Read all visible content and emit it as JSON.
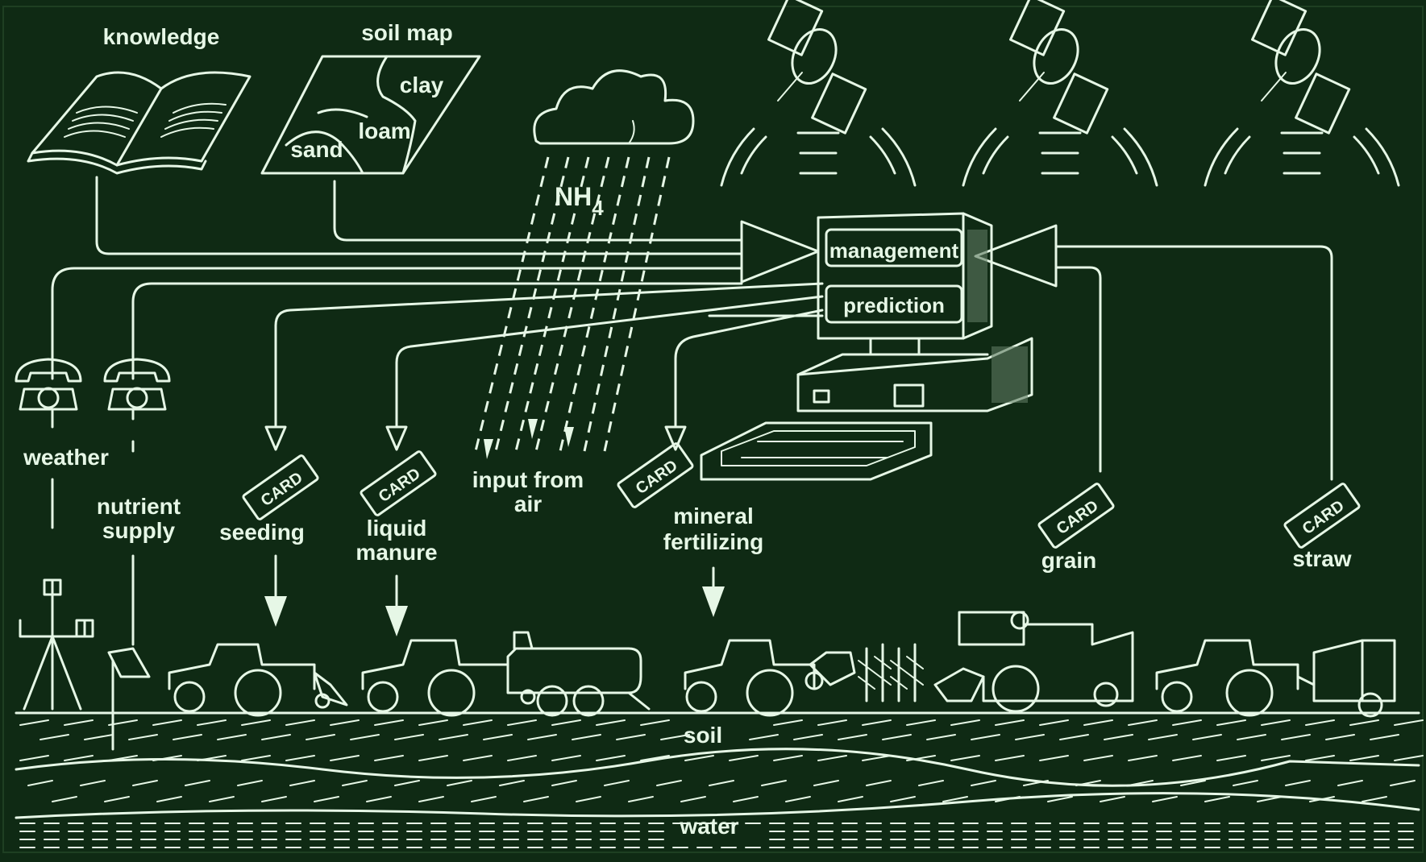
{
  "labels": {
    "knowledge": "knowledge",
    "soil_map": "soil map",
    "clay": "clay",
    "loam": "loam",
    "sand": "sand",
    "nh4_base": "NH",
    "nh4_sub": "4",
    "management": "management",
    "prediction": "prediction",
    "weather": "weather",
    "nutrient_line1": "nutrient",
    "nutrient_line2": "supply",
    "seeding": "seeding",
    "liquid_line1": "liquid",
    "liquid_line2": "manure",
    "input_line1": "input  from",
    "input_line2": "air",
    "mineral_line1": "mineral",
    "mineral_line2": "fertilizing",
    "grain": "grain",
    "straw": "straw",
    "soil": "soil",
    "water": "water",
    "card": "CARD"
  },
  "colors": {
    "background": "#0f2a14",
    "line": "#e6f7e6"
  },
  "icons": [
    "book-icon",
    "soil-map-icon",
    "cloud-icon",
    "satellite-icon",
    "telephone-icon",
    "computer-icon",
    "keyboard-icon",
    "card-icon",
    "tractor-icon",
    "combine-harvester-icon",
    "weather-station-icon"
  ]
}
